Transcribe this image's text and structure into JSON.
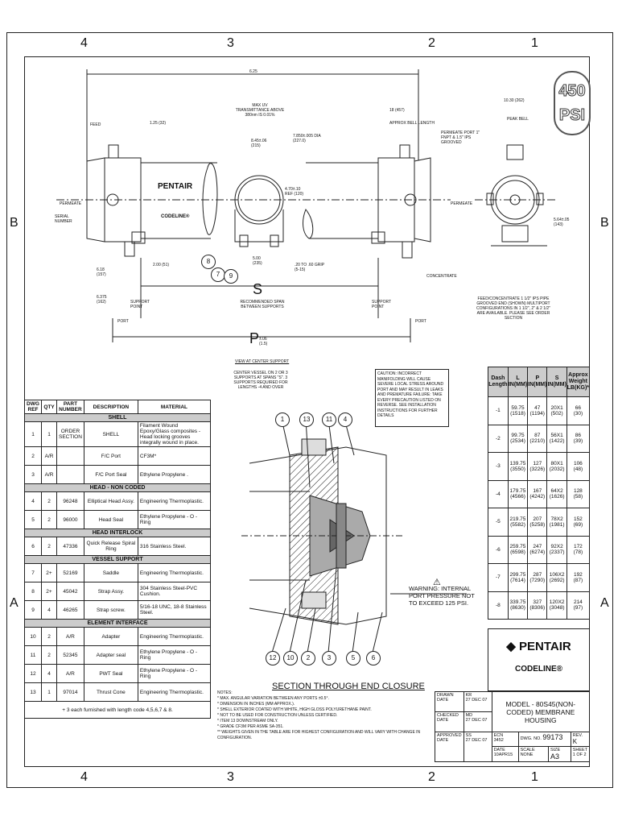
{
  "zones": {
    "top": [
      "4",
      "3",
      "2",
      "1"
    ],
    "bottom": [
      "4",
      "3",
      "2",
      "1"
    ],
    "left": [
      "B",
      "A"
    ],
    "right": [
      "B",
      "A"
    ]
  },
  "psi_stamp": {
    "value": "450",
    "unit": "PSI"
  },
  "labels": {
    "feed": "FEED",
    "permeate_left": "PERMEATE",
    "permeate_right": "PERMEATE",
    "serial": "SERIAL NUMBER",
    "support_point_left": "SUPPORT POINT",
    "support_point_right": "SUPPORT POINT",
    "recommended_span": "RECOMMENDED SPAN BETWEEN SUPPORTS",
    "concentrate": "CONCENTRATE",
    "peak_bell": "PEAK BELL",
    "permeate_port": "PERMEATE PORT 1\" FNPT & 1.5\" IPS GROOVED",
    "approx_bell": "APPROX BELL LENGTH",
    "max_uv": "MAX UV TRANSMITTANCE ABOVE 380nm IS 0.01%",
    "port_left": "PORT",
    "port_right": "PORT",
    "s_label": "S",
    "p_label": "P",
    "p_tol": "±.06 (1.5)",
    "dim_top": "6.25",
    "dim_125": "1.25 (32)",
    "dim_845": "8.45±.06 (215)",
    "dim_dia": "7.850±.005 DIA (227.0)",
    "dim_470": "4.70±.10 REF (120)",
    "dim_500": "5.00 (235)",
    "dim_grip": ".20 TO .60 GRIP (5-15)",
    "dim_618": "6.18 (157)",
    "dim_200": "2.00 (51)",
    "dim_6375": "6.375 (162)",
    "dim_18": "18 (457)",
    "dim_1030": "10.30 (262)",
    "dim_564": "5.64±.05 (143)",
    "feed_concentrate": "FEED/CONCENTRATE 1 1/2\" IPS PIPE GROOVED END (SHOWN) MULTIPORT CONFIGURATIONS IN 1 1/2\", 2\" & 2 1/2\" ARE AVAILABLE. PLEASE SEE ORDER SECTION",
    "view_center": "VIEW AT CENTER SUPPORT",
    "center_vessel": "CENTER VESSEL ON 2 OR 3 SUPPORTS AT SPANS \"S\". 3 SUPPORTS REQUIRED FOR LENGTHS -4 AND OVER",
    "caution": "CAUTION: INCORRECT MANIFOLDING WILL CAUSE SEVERE LOCAL STRESS AROUND PORT AND MAY RESULT IN LEAKS AND PREMATURE FAILURE: TAKE EVERY PRECAUTION LISTED ON REVERSE. SEE INSTALLATION INSTRUCTIONS FOR FURTHER DETAILS",
    "warning": "WARNING: INTERNAL PORT PRESSURE NOT TO EXCEED 125 PSI.",
    "section_title": "SECTION THROUGH END CLOSURE",
    "pentair_small": "PENTAIR",
    "codeline_small": "CODELINE®"
  },
  "balloons_top": [
    "1",
    "13",
    "11",
    "4"
  ],
  "balloons_bottom": [
    "12",
    "10",
    "2",
    "3",
    "5",
    "6"
  ],
  "balloons_main": [
    "8",
    "7",
    "9"
  ],
  "bom": {
    "headers": [
      "DWG REF",
      "QTY",
      "PART NUMBER",
      "DESCRIPTION",
      "MATERIAL"
    ],
    "sections": [
      {
        "title": "SHELL",
        "rows": [
          {
            "ref": "1",
            "qty": "1",
            "part": "ORDER SECTION",
            "desc": "SHELL",
            "mat": "Filament Wound Epoxy/Glass composites - Head locking grooves integrally wound in place."
          },
          {
            "ref": "2",
            "qty": "A/R",
            "part": "",
            "desc": "F/C Port",
            "mat": "CF3M*"
          },
          {
            "ref": "3",
            "qty": "A/R",
            "part": "",
            "desc": "F/C Port Seal",
            "mat": "Ethylene Propylene ."
          }
        ]
      },
      {
        "title": "HEAD - NON CODED",
        "rows": [
          {
            "ref": "4",
            "qty": "2",
            "part": "96248",
            "desc": "Elliptical Head Assy.",
            "mat": "Engineering Thermoplastic."
          },
          {
            "ref": "5",
            "qty": "2",
            "part": "96000",
            "desc": "Head Seal",
            "mat": "Ethylene Propylene - O - Ring"
          }
        ]
      },
      {
        "title": "HEAD INTERLOCK",
        "rows": [
          {
            "ref": "6",
            "qty": "2",
            "part": "47336",
            "desc": "Quick Release Spiral Ring",
            "mat": "316 Stainless Steel."
          }
        ]
      },
      {
        "title": "VESSEL SUPPORT",
        "rows": [
          {
            "ref": "7",
            "qty": "2+",
            "part": "52169",
            "desc": "Saddle",
            "mat": "Engineering Thermoplastic."
          },
          {
            "ref": "8",
            "qty": "2+",
            "part": "45042",
            "desc": "Strap Assy.",
            "mat": "304 Stainless Steel-PVC Cushion."
          },
          {
            "ref": "9",
            "qty": "4",
            "part": "46265",
            "desc": "Strap screw.",
            "mat": "5/16-18 UNC, 18-8 Stainless Steel."
          }
        ]
      },
      {
        "title": "ELEMENT INTERFACE",
        "rows": [
          {
            "ref": "10",
            "qty": "2",
            "part": "A/R",
            "desc": "Adapter",
            "mat": "Engineering Thermoplastic."
          },
          {
            "ref": "11",
            "qty": "2",
            "part": "52345",
            "desc": "Adapter seal",
            "mat": "Ethylene Propylene - O - Ring"
          },
          {
            "ref": "12",
            "qty": "4",
            "part": "A/R",
            "desc": "PWT Seal",
            "mat": "Ethylene Propylene - O - Ring"
          },
          {
            "ref": "13",
            "qty": "1",
            "part": "97014",
            "desc": "Thrust Cone",
            "mat": "Engineering Thermoplastic."
          }
        ]
      }
    ],
    "footnote": "+ 3 each furnished with length code 4,5,6,7 & 8."
  },
  "dash_table": {
    "headers": [
      "Dash Length",
      "L IN(MM)",
      "P IN(MM)",
      "S IN(MM)",
      "Approx Weight LB(KG)*"
    ],
    "rows": [
      [
        "-1",
        "59.75",
        "(1518)",
        "47",
        "(1194)",
        "20X1",
        "(502)",
        "66",
        "(30)"
      ],
      [
        "-2",
        "99.75",
        "(2534)",
        "87",
        "(2210)",
        "56X1",
        "(1422)",
        "86",
        "(39)"
      ],
      [
        "-3",
        "139.75",
        "(3550)",
        "127",
        "(3226)",
        "80X1",
        "(2032)",
        "106",
        "(48)"
      ],
      [
        "-4",
        "179.75",
        "(4566)",
        "167",
        "(4242)",
        "64X2",
        "(1626)",
        "128",
        "(58)"
      ],
      [
        "-5",
        "219.75",
        "(5582)",
        "207",
        "(5258)",
        "78X2",
        "(1981)",
        "152",
        "(69)"
      ],
      [
        "-6",
        "259.75",
        "(6598)",
        "247",
        "(6274)",
        "92X2",
        "(2337)",
        "172",
        "(78)"
      ],
      [
        "-7",
        "299.75",
        "(7614)",
        "287",
        "(7290)",
        "106X2",
        "(2692)",
        "192",
        "(87)"
      ],
      [
        "-8",
        "339.75",
        "(8630)",
        "327",
        "(8306)",
        "120X2",
        "(3048)",
        "214",
        "(97)"
      ]
    ]
  },
  "logo": {
    "brand": "PENTAIR",
    "sub": "CODELINE®"
  },
  "notes": {
    "title": "NOTES:",
    "items": [
      "* MAX. ANGULAR VARIATION BETWEEN ANY PORTS ±0.5°.",
      "* DIMENSION IN INCHES (MM APPROX.).",
      "* SHELL EXTERIOR COATED WITH WHITE, HIGH GLOSS POLYURETHANE PAINT.",
      "* NOT TO BE USED FOR CONSTRUCTION UNLESS CERTIFIED.",
      "* ITEM 13 DOWNSTREAM ONLY.",
      "* GRADE CF3M PER ASME SA-351.",
      "** WEIGHTS GIVEN IN THE TABLE ARE FOR HIGHEST CONFIGURATION AND WILL VARY WITH CHANGE IN CONFIGURATION."
    ]
  },
  "title_block": {
    "drawn": "DRAWN",
    "drawn_by": "KR",
    "drawn_date_label": "DATE",
    "drawn_date": "27 DEC 07",
    "checked": "CHECKED",
    "checked_by": "MD",
    "checked_date_label": "DATE",
    "checked_date": "27 DEC 07",
    "approved": "APPROVED",
    "approved_by": "SS",
    "approved_date_label": "DATE",
    "approved_date": "27 DEC 07",
    "model": "MODEL - 80S45(NON-CODED) MEMBRANE HOUSING",
    "ecn_label": "ECN",
    "ecn": "3452",
    "ecn_date_label": "DATE",
    "ecn_date": "10APR15",
    "dwg_label": "DWG. NO.",
    "dwg_no": "99173",
    "rev_label": "REV.",
    "rev": "K",
    "scale_label": "SCALE",
    "scale": "NONE",
    "size_label": "SIZE",
    "size": "A3",
    "sheet_label": "SHEET",
    "sheet": "1 OF 2"
  }
}
